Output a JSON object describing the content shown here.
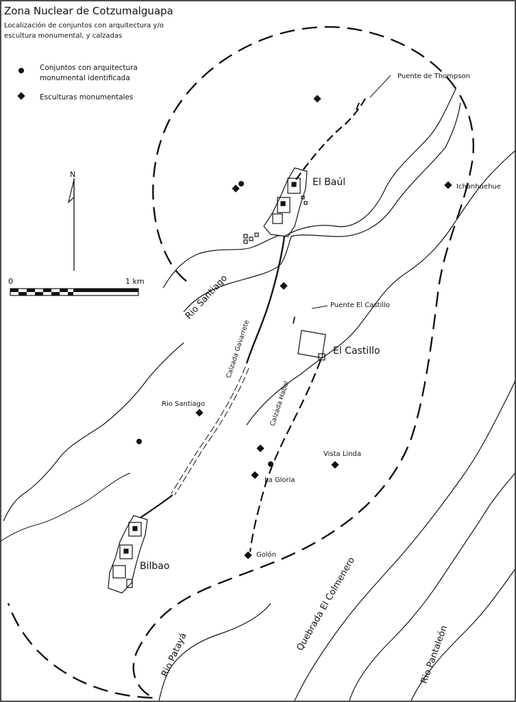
{
  "title": "Zona Nuclear de Cotzumalguapa",
  "subtitle_lines": [
    "Localización de conjuntos con arquitectura y/o",
    "escultura monumental, y calzadas"
  ],
  "legend": {
    "architecture_lines": [
      "Conjuntos con arquitectura",
      "monumental identificada"
    ],
    "sculpture": "Esculturas monumentales"
  },
  "north": "N",
  "scale": {
    "start": "0",
    "end": "1 km"
  },
  "sites": {
    "el_baul": "El Baúl",
    "el_castillo": "El Castillo",
    "bilbao": "Bilbao",
    "ichanhuehue": "Ichanhuehue",
    "rio_santiago": "Rio Santiago",
    "vista_linda": "Vista Linda",
    "la_gloria": "La Gloria",
    "golon": "Golón"
  },
  "bridges": {
    "thompson": "Puente de Thompson",
    "el_castillo": "Puente El Castillo"
  },
  "roads": {
    "gavarrete": "Calzada Gavarrete",
    "habel": "Calzada Habel"
  },
  "rivers": {
    "santiago": "Rio Santiago",
    "pataya": "Rio Patayá",
    "colmenero": "Quebrada El Colmenero",
    "pantaleon": "Rio Pantaleón"
  },
  "colors": {
    "ink": "#111111",
    "background": "#ffffff"
  },
  "icons": {
    "architecture": "filled-circle-icon",
    "sculpture": "filled-diamond-icon",
    "north": "north-arrow-icon"
  }
}
